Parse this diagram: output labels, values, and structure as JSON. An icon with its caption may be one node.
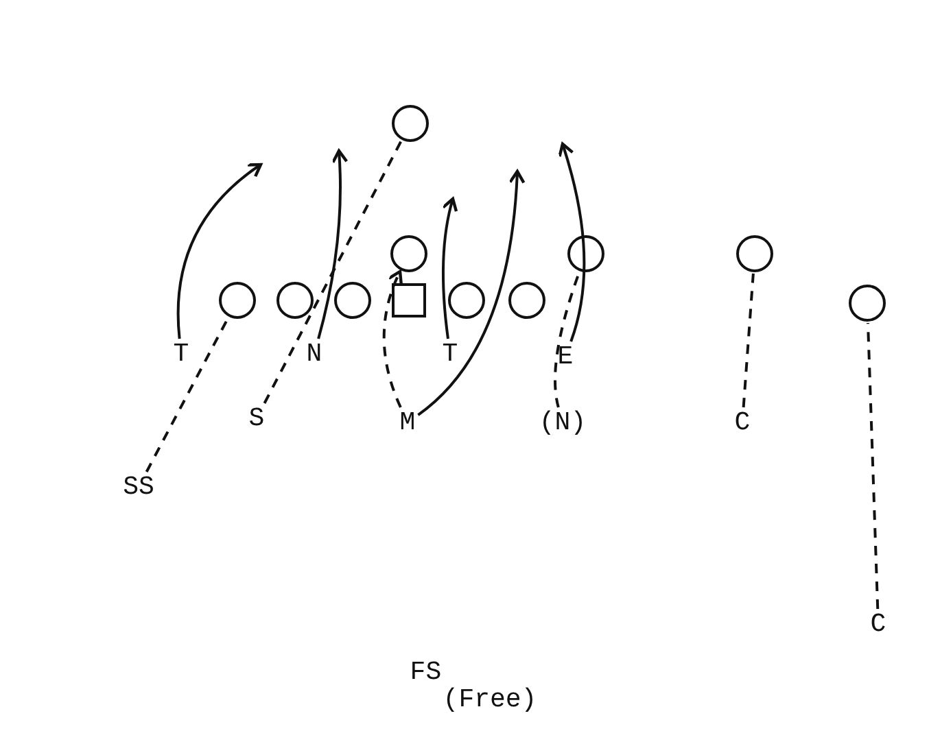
{
  "diagram": {
    "nodes": [
      {
        "text": [],
        "shape": "circle"
      },
      {
        "text": [],
        "shape": "circle"
      },
      {
        "text": [],
        "shape": "circle"
      },
      {
        "text": [],
        "shape": "circle"
      },
      {
        "text": [],
        "shape": "circle"
      },
      {
        "text": [],
        "shape": "circle"
      },
      {
        "text": [],
        "shape": "circle"
      },
      {
        "text": [],
        "shape": "box"
      },
      {
        "text": [],
        "shape": "circle"
      },
      {
        "text": [],
        "shape": "circle"
      },
      {
        "text": [],
        "shape": "circle"
      },
      {
        "text": [
          "T"
        ]
      },
      {
        "text": [
          "N"
        ]
      },
      {
        "text": [
          "T"
        ]
      },
      {
        "text": [
          "E"
        ]
      },
      {
        "text": [
          "S"
        ]
      },
      {
        "text": [
          "M"
        ]
      },
      {
        "text": [
          "(N)"
        ]
      },
      {
        "text": [
          "C"
        ]
      },
      {
        "text": [
          "SS"
        ]
      },
      {
        "text": [
          "C"
        ]
      },
      {
        "text": [
          "FS",
          "(Free)"
        ]
      }
    ],
    "edges": [
      {
        "from": 11,
        "to": null,
        "arrow": "to"
      },
      {
        "from": 12,
        "to": null,
        "arrow": "to"
      },
      {
        "from": 13,
        "to": null,
        "arrow": "to"
      },
      {
        "from": 16,
        "to": null,
        "arrow": "to"
      },
      {
        "from": 14,
        "to": null,
        "arrow": "to"
      },
      {
        "from": 16,
        "to": 1,
        "arrow": "to",
        "style": "dashed"
      },
      {
        "from": 19,
        "to": 4,
        "arrow": "none",
        "style": "dashed"
      },
      {
        "from": 15,
        "to": 0,
        "arrow": "none",
        "style": "dashed"
      },
      {
        "from": 17,
        "to": 2,
        "arrow": "none",
        "style": "dashed"
      },
      {
        "from": 18,
        "to": 3,
        "arrow": "none",
        "style": "dashed"
      },
      {
        "from": 20,
        "to": 10,
        "arrow": "none",
        "style": "dashed"
      }
    ]
  }
}
